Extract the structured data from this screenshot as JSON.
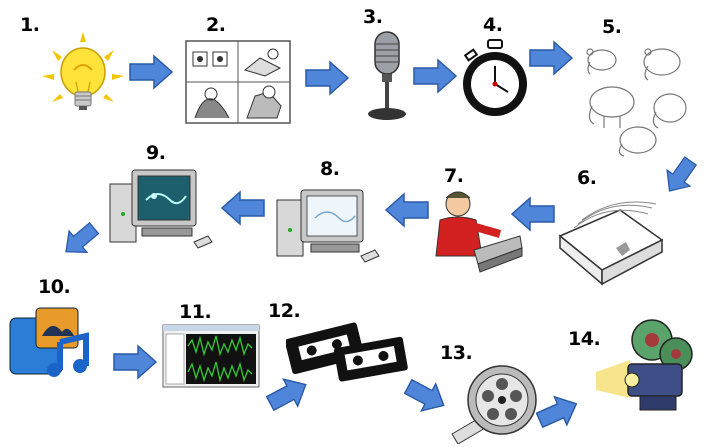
{
  "steps": [
    {
      "number": "1.",
      "icon": "lightbulb-icon"
    },
    {
      "number": "2.",
      "icon": "storyboard-icon"
    },
    {
      "number": "3.",
      "icon": "microphone-icon"
    },
    {
      "number": "4.",
      "icon": "stopwatch-icon"
    },
    {
      "number": "5.",
      "icon": "elephant-sketches-icon"
    },
    {
      "number": "6.",
      "icon": "paper-stack-icon"
    },
    {
      "number": "7.",
      "icon": "scanner-person-icon"
    },
    {
      "number": "8.",
      "icon": "computer-sketch-icon"
    },
    {
      "number": "9.",
      "icon": "computer-color-icon"
    },
    {
      "number": "10.",
      "icon": "media-apps-icon"
    },
    {
      "number": "11.",
      "icon": "audio-editor-icon"
    },
    {
      "number": "12.",
      "icon": "video-tape-icon"
    },
    {
      "number": "13.",
      "icon": "film-reel-icon"
    },
    {
      "number": "14.",
      "icon": "projector-icon"
    }
  ],
  "colors": {
    "arrow": "#4f86d9",
    "arrow_outline": "#2a5aa8",
    "bulb": "#ffe23a",
    "ray": "#f4c400"
  }
}
